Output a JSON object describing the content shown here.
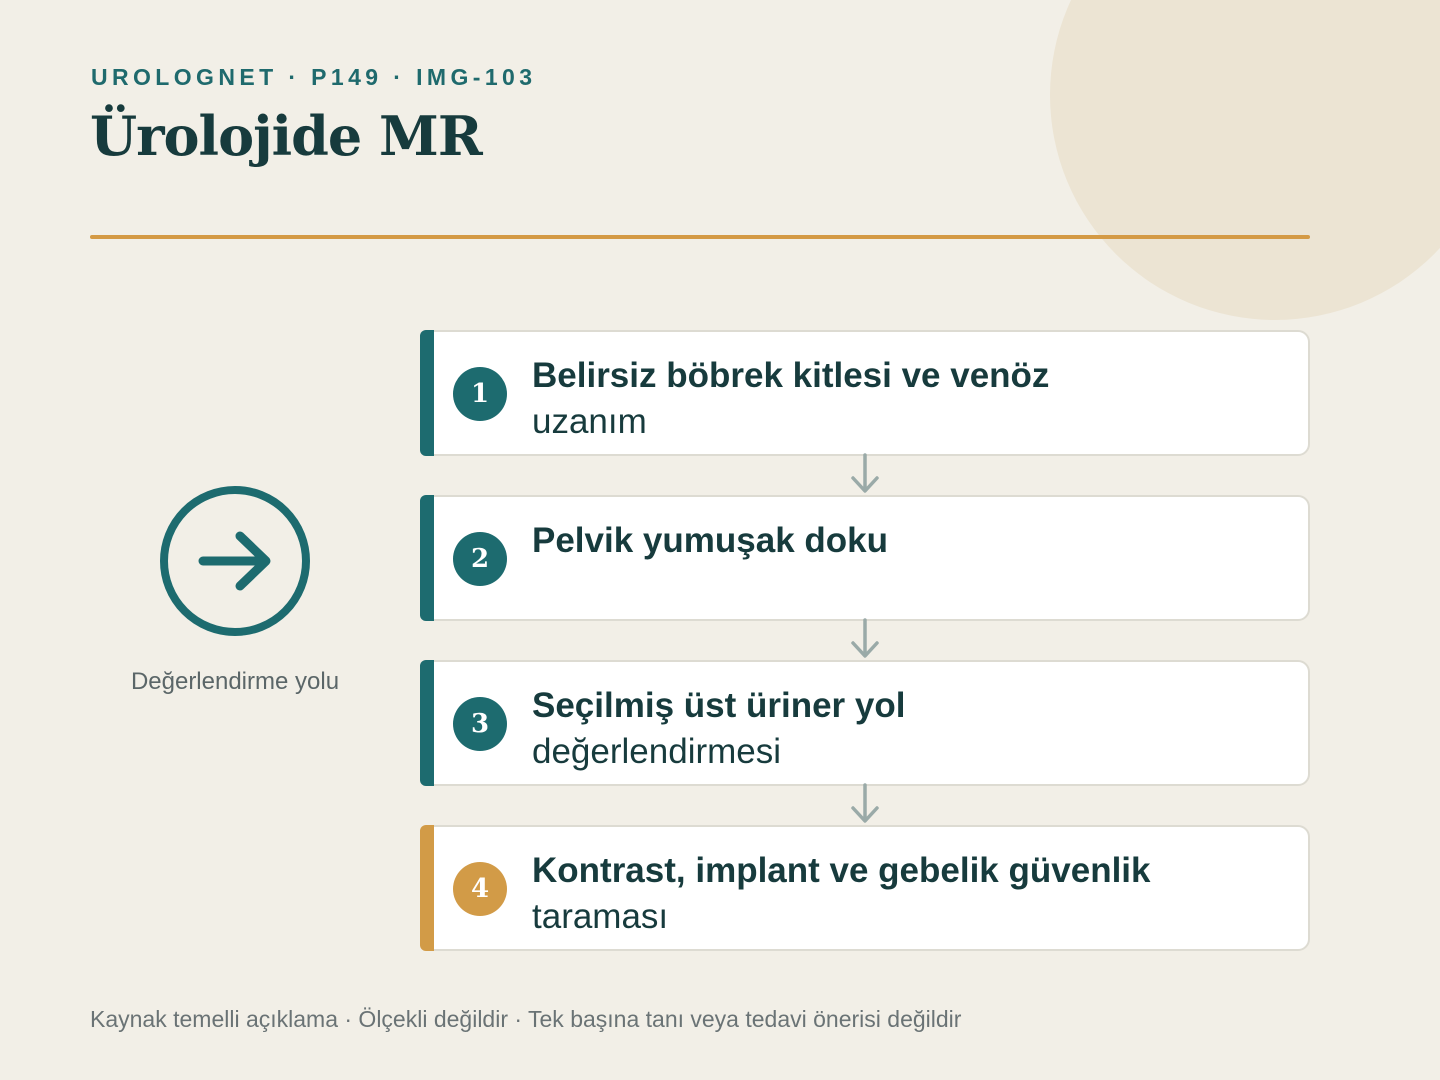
{
  "header": {
    "kicker": "UROLOGNET · P149 · IMG-103",
    "title": "Ürolojide MR"
  },
  "path": {
    "icon": "arrow-right-circle-icon",
    "label": "Değerlendirme yolu"
  },
  "steps": [
    {
      "number": "1",
      "title": "Belirsiz böbrek kitlesi ve venöz",
      "continuation": "uzanım"
    },
    {
      "number": "2",
      "title": "Pelvik yumuşak doku",
      "continuation": ""
    },
    {
      "number": "3",
      "title": "Seçilmiş üst üriner yol",
      "continuation": "değerlendirmesi"
    },
    {
      "number": "4",
      "title": "Kontrast, implant ve gebelik güvenlik",
      "continuation": "taraması"
    }
  ],
  "footer": "Kaynak temelli açıklama · Ölçekli değildir · Tek başına tanı veya tedavi önerisi değildir",
  "colors": {
    "background": "#f2efe7",
    "primary_teal": "#1d6b6f",
    "accent_gold": "#d29b47",
    "title_dark": "#173b3d",
    "connector_gray": "#9aaaa8"
  }
}
